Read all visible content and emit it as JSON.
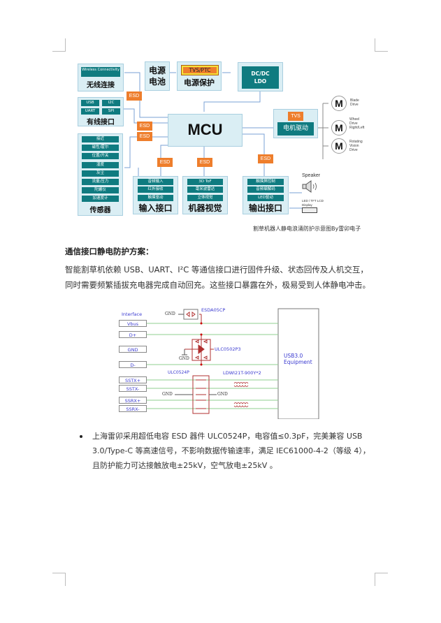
{
  "diagram": {
    "wireless": {
      "sub": "Wireless Connectivity",
      "title": "无线连接"
    },
    "wired": {
      "items": [
        "USB",
        "I2C",
        "UART",
        "SPI"
      ],
      "title": "有线接口"
    },
    "power_battery": {
      "title": "电源电池"
    },
    "power_protect": {
      "tag": "TVS/PTC",
      "title": "电源保护"
    },
    "dcdc": {
      "title": "DC/DC LDO"
    },
    "mcu": {
      "title": "MCU"
    },
    "motor_drive": {
      "tag": "TVS",
      "title": "电机驱动"
    },
    "motors": [
      {
        "symbol": "M",
        "label": "Blade Drive"
      },
      {
        "symbol": "M",
        "label": "Wheel Drive Right/Left"
      },
      {
        "symbol": "M",
        "label": "Rotating Vision Drive"
      }
    ],
    "sensors": {
      "items": [
        "接近",
        "磁性/霍尔",
        "位置/开关",
        "湿度",
        "灰尘",
        "流量/压力",
        "陀螺仪",
        "加速度计"
      ],
      "title": "传感器"
    },
    "input": {
      "items": [
        "音频输入",
        "红外接收",
        "触摸驱动"
      ],
      "title": "输入接口"
    },
    "vision": {
      "items": [
        "3D ToF",
        "毫米波雷达",
        "立体视觉"
      ],
      "title": "机器视觉"
    },
    "output": {
      "items": [
        "触摸屏控制",
        "音频编解码",
        "LED驱动"
      ],
      "title": "输出接口"
    },
    "esd_label": "ESD",
    "speaker_label": "Speaker",
    "display_label": "LED / TFT LCD Display",
    "caption": "割草机器人静电浪涌防护示意图By雷卯电子"
  },
  "section": {
    "heading": "通信接口静电防护方案：",
    "paragraph": "智能割草机依赖 USB、UART、I²C 等通信接口进行固件升级、状态回传及人机交互，同时需要频繁插拔充电器完成自动回充。这些接口暴露在外，极易受到人体静电冲击。"
  },
  "schematic": {
    "interface_label": "Interface",
    "pins": [
      "Vbus",
      "D+",
      "GND",
      "D-",
      "SSTX+",
      "SSTX-",
      "SSRX+",
      "SSRX-"
    ],
    "esda": "ESDA05CP",
    "ulc0502": "ULC0502P3",
    "ulc0524": "ULC0524P",
    "ldw": "LDWI21T-900Y*2",
    "gnd": "GND",
    "equipment": "USB3.0 Equipment"
  },
  "bullet": {
    "text": "上海雷卯采用超低电容 ESD 器件 ULC0524P，电容值≤0.3pF，完美兼容 USB 3.0/Type-C 等高速信号，不影响数据传输速率，满足 IEC61000-4-2（等级 4），且防护能力可达接触放电±25kV，空气放电±25kV 。"
  }
}
